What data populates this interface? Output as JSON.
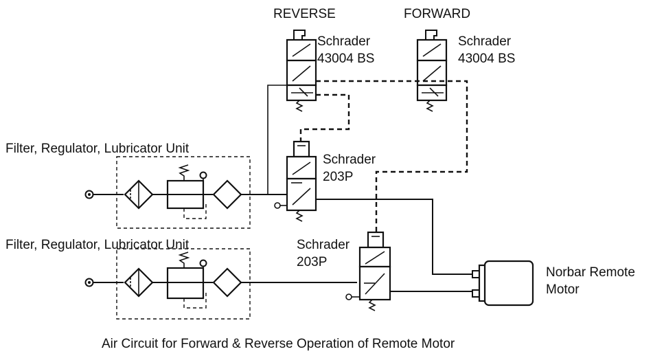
{
  "labels": {
    "reverse": "REVERSE",
    "forward": "FORWARD",
    "valve_rev": "Schrader\n43004 BS",
    "valve_fwd": "Schrader\n43004 BS",
    "frl_top": "Filter, Regulator, Lubricator Unit",
    "frl_bottom": "Filter, Regulator, Lubricator Unit",
    "valve_203_top": "Schrader\n203P",
    "valve_203_bottom": "Schrader\n203P",
    "motor": "Norbar Remote\nMotor",
    "caption": "Air Circuit for Forward & Reverse Operation of Remote Motor"
  }
}
